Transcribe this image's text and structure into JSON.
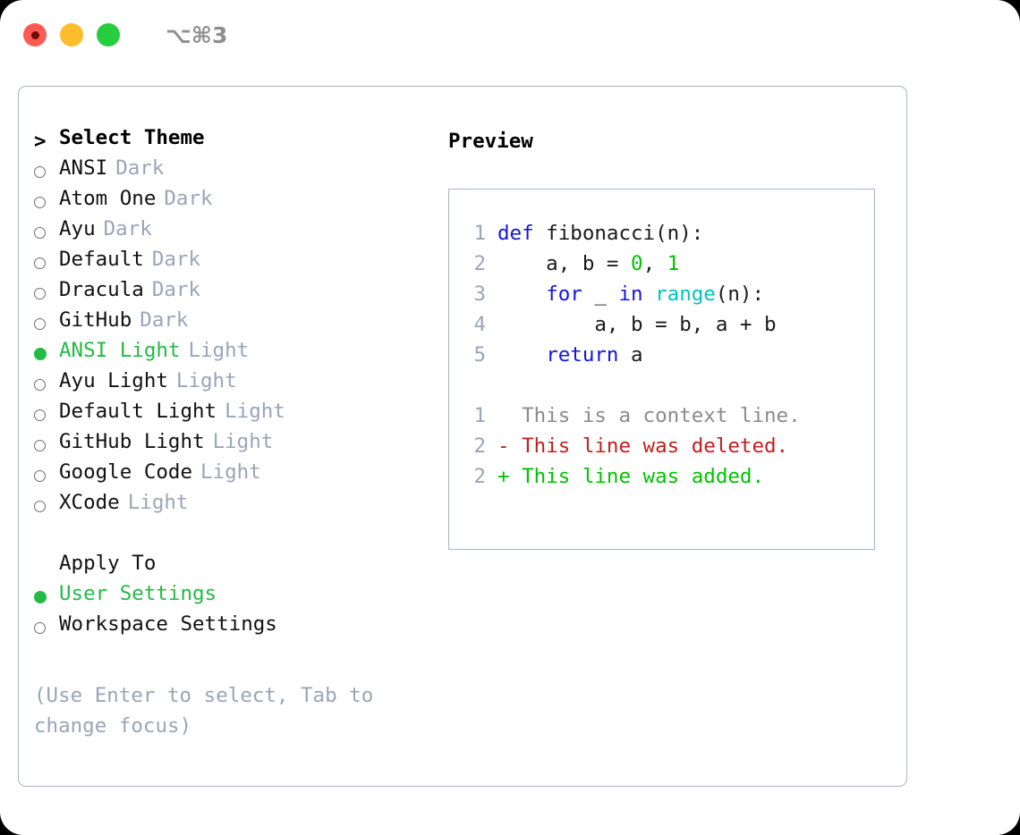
{
  "titlebar": {
    "buttons": [
      {
        "name": "close",
        "color": "#fb5b54"
      },
      {
        "name": "minimize",
        "color": "#fdbc2e"
      },
      {
        "name": "zoom",
        "color": "#27cc3f"
      }
    ],
    "shortcut": "⌥⌘3"
  },
  "theme_list": {
    "header": "Select Theme",
    "caret": ">",
    "items": [
      {
        "label": "ANSI",
        "variant": "Dark",
        "selected": false
      },
      {
        "label": "Atom One",
        "variant": "Dark",
        "selected": false
      },
      {
        "label": "Ayu",
        "variant": "Dark",
        "selected": false
      },
      {
        "label": "Default",
        "variant": "Dark",
        "selected": false
      },
      {
        "label": "Dracula",
        "variant": "Dark",
        "selected": false
      },
      {
        "label": "GitHub",
        "variant": "Dark",
        "selected": false
      },
      {
        "label": "ANSI Light",
        "variant": "Light",
        "selected": true
      },
      {
        "label": "Ayu Light",
        "variant": "Light",
        "selected": false
      },
      {
        "label": "Default Light",
        "variant": "Light",
        "selected": false
      },
      {
        "label": "GitHub Light",
        "variant": "Light",
        "selected": false
      },
      {
        "label": "Google Code",
        "variant": "Light",
        "selected": false
      },
      {
        "label": "XCode",
        "variant": "Light",
        "selected": false
      }
    ]
  },
  "apply_to": {
    "header": "Apply To",
    "options": [
      {
        "label": "User Settings",
        "selected": true
      },
      {
        "label": "Workspace Settings",
        "selected": false
      }
    ]
  },
  "help_text": "(Use Enter to select, Tab to change focus)",
  "preview": {
    "title": "Preview",
    "code_lines": [
      {
        "number": "1",
        "tokens": [
          {
            "t": "def ",
            "c": "kw"
          },
          {
            "t": "fibonacci(n):",
            "c": "plain"
          }
        ]
      },
      {
        "number": "2",
        "tokens": [
          {
            "t": "    a, b = ",
            "c": "plain"
          },
          {
            "t": "0",
            "c": "num"
          },
          {
            "t": ", ",
            "c": "plain"
          },
          {
            "t": "1",
            "c": "num"
          }
        ]
      },
      {
        "number": "3",
        "tokens": [
          {
            "t": "    ",
            "c": "plain"
          },
          {
            "t": "for",
            "c": "kw"
          },
          {
            "t": " _ ",
            "c": "plain"
          },
          {
            "t": "in",
            "c": "kw"
          },
          {
            "t": " ",
            "c": "plain"
          },
          {
            "t": "range",
            "c": "fn"
          },
          {
            "t": "(n):",
            "c": "plain"
          }
        ]
      },
      {
        "number": "4",
        "tokens": [
          {
            "t": "        a, b = b, a + b",
            "c": "plain"
          }
        ]
      },
      {
        "number": "5",
        "tokens": [
          {
            "t": "    ",
            "c": "plain"
          },
          {
            "t": "return",
            "c": "kw"
          },
          {
            "t": " a",
            "c": "plain"
          }
        ]
      }
    ],
    "diff_lines": [
      {
        "number": "1",
        "marker": " ",
        "text": " This is a context line.",
        "kind": "ctx"
      },
      {
        "number": "2",
        "marker": "-",
        "text": " This line was deleted.",
        "kind": "del"
      },
      {
        "number": "2",
        "marker": "+",
        "text": " This line was added.",
        "kind": "add"
      }
    ]
  },
  "colors": {
    "accent_green": "#22bb44",
    "muted": "#9aa5b8",
    "border": "#aab4c4",
    "keyword_blue": "#1414e0",
    "function_cyan": "#00c2c2",
    "number_green": "#00c400",
    "diff_deleted": "#c0201c",
    "diff_added": "#00c400"
  }
}
